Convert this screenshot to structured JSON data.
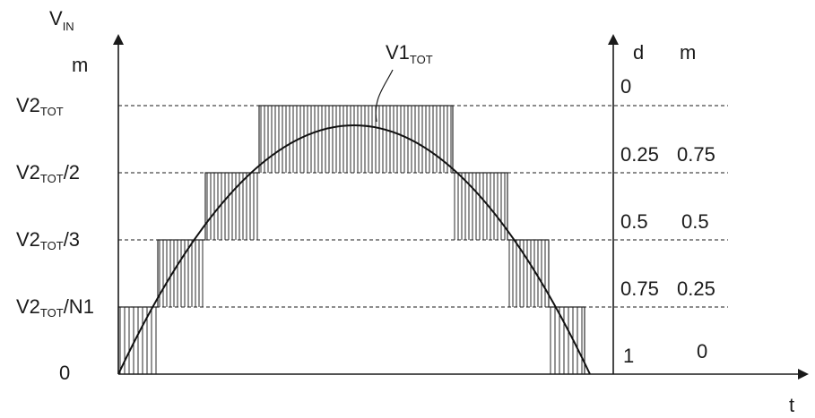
{
  "axes": {
    "y_title_main": "V",
    "y_title_sub": "IN",
    "y_title_2": "m",
    "x_title": "t",
    "right_axis_labels": [
      "d",
      "m"
    ]
  },
  "curve_label": {
    "main": "V1",
    "sub": "TOT"
  },
  "levels": [
    {
      "main": "V2",
      "sub": "TOT",
      "suffix": "",
      "d": "0",
      "m": ""
    },
    {
      "main": "V2",
      "sub": "TOT",
      "suffix": "/2",
      "d": "0.25",
      "m": "0.75"
    },
    {
      "main": "V2",
      "sub": "TOT",
      "suffix": "/3",
      "d": "0.5",
      "m": "0.5"
    },
    {
      "main": "V2",
      "sub": "TOT",
      "suffix": "/N1",
      "d": "0.75",
      "m": "0.25"
    },
    {
      "main": "0",
      "sub": "",
      "suffix": "",
      "d": "1",
      "m": "0"
    }
  ]
}
